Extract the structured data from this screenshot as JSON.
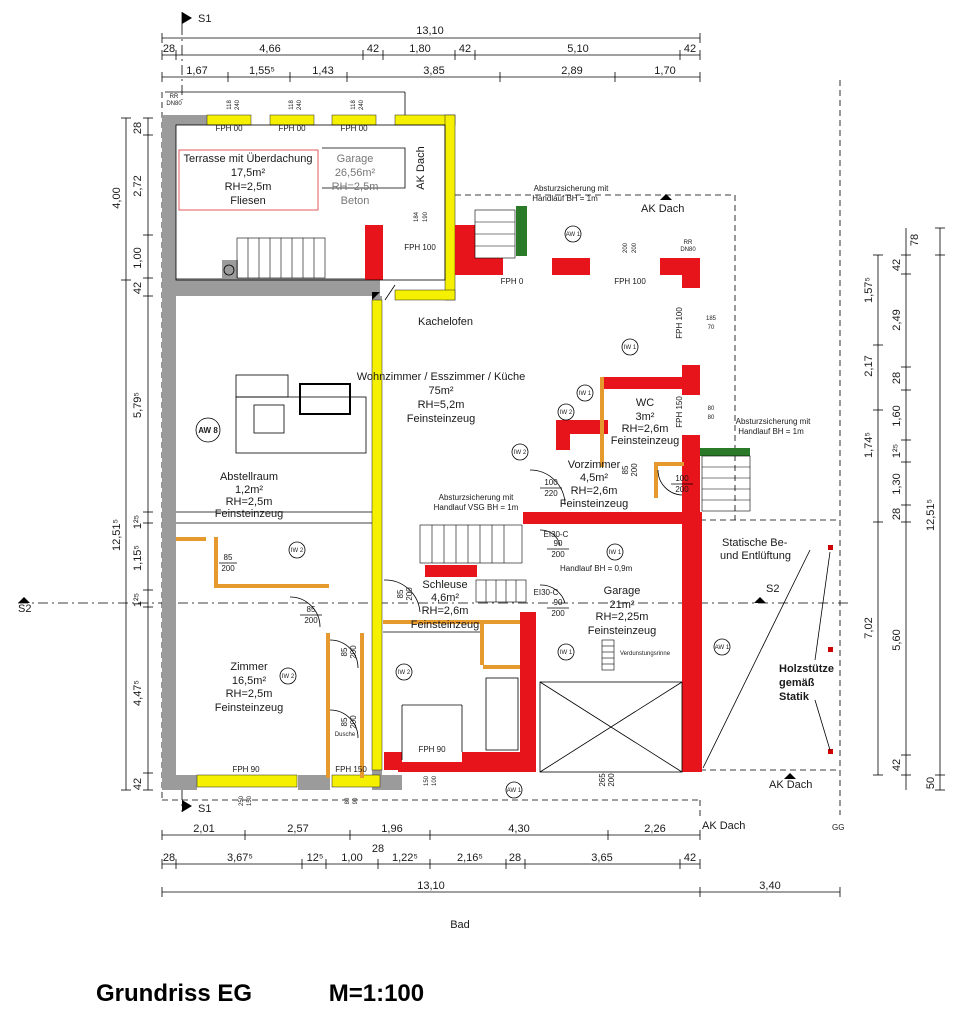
{
  "title": "Grundriss EG",
  "scale": "M=1:100",
  "section_marks": {
    "s1_top": "S1",
    "s1_bottom": "S1",
    "s2_left": "S2",
    "s2_right": "S2"
  },
  "dims_top": {
    "overall": "13,10",
    "row2": [
      "28",
      "4,66",
      "42",
      "1,80",
      "42",
      "5,10",
      "42"
    ],
    "row3": [
      "1,67",
      "1,55⁵",
      "1,43",
      "3,85",
      "2,89",
      "1,70"
    ]
  },
  "dims_bottom": {
    "row1": [
      "2,01",
      "2,57",
      "1,96",
      "4,30",
      "2,26"
    ],
    "row1_extra": "28",
    "row2": [
      "28",
      "3,67⁵",
      "12⁵",
      "1,00",
      "1,22⁵",
      "2,16⁵",
      "28",
      "3,65",
      "42"
    ],
    "row3": [
      "13,10",
      "3,40"
    ]
  },
  "dims_left": [
    "28",
    "2,72",
    "1,00",
    "42",
    "5,79⁵",
    "1²⁵",
    "1,15⁵",
    "1²⁵",
    "4,47⁵",
    "42"
  ],
  "dims_left_overall": [
    "4,00",
    "12,51⁵"
  ],
  "dims_right": [
    "78",
    "42",
    "2,49",
    "28",
    "1,60",
    "1²⁵",
    "1,30",
    "28",
    "5,60",
    "42",
    "50"
  ],
  "dims_right_mid": [
    "1,57⁵",
    "2,17",
    "1,74⁵",
    "7,02"
  ],
  "dims_right_overall": "12,51⁵",
  "rooms": [
    {
      "name": "Terrasse mit Überdachung",
      "area": "17,5m²",
      "height": "RH=2,5m",
      "floor": "Fliesen"
    },
    {
      "name": "Garage",
      "area": "26,56m²",
      "height": "RH=2,5m",
      "floor": "Beton"
    },
    {
      "name": "Wohnzimmer / Esszimmer / Küche",
      "area": "75m²",
      "height": "RH=5,2m",
      "floor": "Feinsteinzeug"
    },
    {
      "name": "WC",
      "area": "3m²",
      "height": "RH=2,6m",
      "floor": "Feinsteinzeug"
    },
    {
      "name": "Vorzimmer",
      "area": "4,5m²",
      "height": "RH=2,6m",
      "floor": "Feinsteinzeug"
    },
    {
      "name": "Abstellraum",
      "area": "1,2m²",
      "height": "RH=2,5m",
      "floor": "Feinsteinzeug"
    },
    {
      "name": "Schleuse",
      "area": "4,6m²",
      "height": "RH=2,6m",
      "floor": "Feinsteinzeug"
    },
    {
      "name": "Garage",
      "area": "21m²",
      "height": "RH=2,25m",
      "floor": "Feinsteinzeug"
    },
    {
      "name": "Zimmer",
      "area": "16,5m²",
      "height": "RH=2,5m",
      "floor": "Feinsteinzeug"
    }
  ],
  "labels": {
    "kachelofen": "Kachelofen",
    "ak_dach": "AK Dach",
    "absturz1": [
      "Absturzsicherung mit",
      "Handlauf BH = 1m"
    ],
    "absturz2": [
      "Absturzsicherung mit",
      "Handlauf BH = 1m"
    ],
    "absturz3": [
      "Absturzsicherung mit",
      "Handlauf VSG BH = 1m"
    ],
    "statische": [
      "Statische Be-",
      "und Entlüftung"
    ],
    "holz": [
      "Holzstütze",
      "gemäß",
      "Statik"
    ],
    "handlauf": "Handlauf BH = 0,9m",
    "gg": "GG",
    "bad": "Bad",
    "rr": "RR",
    "dn": "DN80",
    "dusche": "Dusche",
    "verdunst": "Verdunstungsrinne"
  },
  "windows": {
    "fph00": "FPH 00",
    "fph0": "FPH 0",
    "fph100": "FPH 100",
    "fph150": "FPH 150",
    "fph90": "FPH 90",
    "w118": "118",
    "w240": "240",
    "w184": "184",
    "w190": "190",
    "w200": "200",
    "w185": "185",
    "w70": "70",
    "w80": "80",
    "w250": "250",
    "w150": "150",
    "w90": "90",
    "w100": "100"
  },
  "doors": {
    "d100_220": [
      "100",
      "220"
    ],
    "d100_200": [
      "100",
      "200"
    ],
    "d85_200": [
      "85",
      "200"
    ],
    "d90_200": [
      "90",
      "200"
    ],
    "ei30a": "EI30-C",
    "ei30b": "EI30-C",
    "d265": [
      "265",
      "200"
    ],
    "d80_200": [
      "80",
      "200"
    ]
  },
  "walls_tags": {
    "aw1": "AW 1",
    "aw8": "AW 8",
    "iw1": "IW 1",
    "iw2": "IW 2"
  }
}
